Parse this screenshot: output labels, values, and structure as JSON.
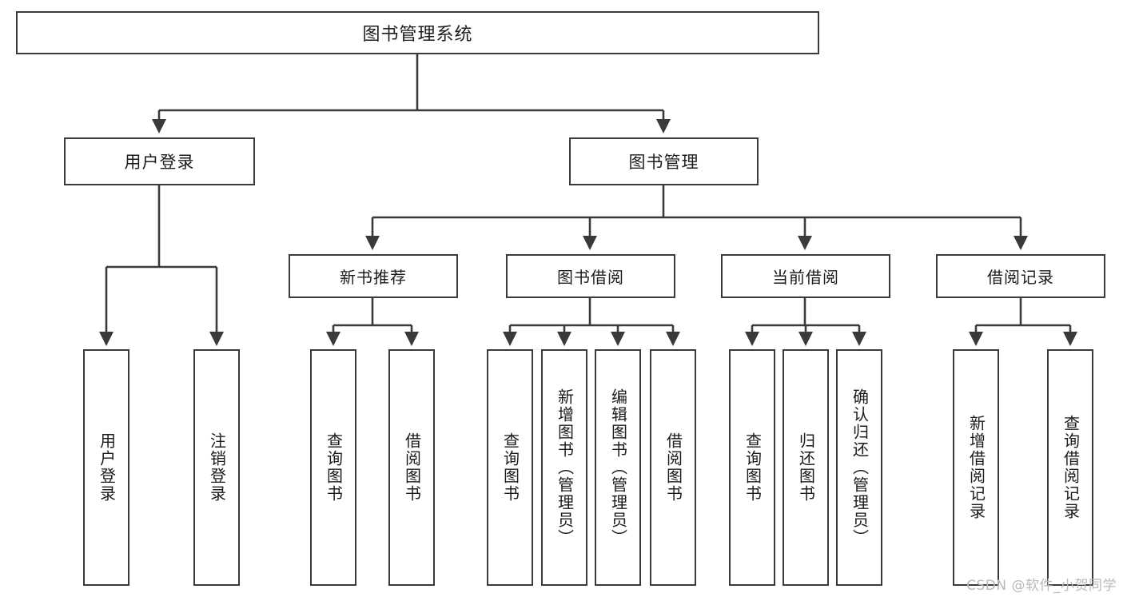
{
  "diagram": {
    "title": "图书管理系统",
    "type": "tree",
    "watermark": "CSDN @软件_小贺同学",
    "colors": {
      "box_border": "#3a3a3a",
      "box_fill": "#ffffff",
      "edge": "#3a3a3a",
      "text": "#1b1b1b",
      "watermark": "#b9b9b9",
      "background": "#ffffff"
    },
    "nodes": {
      "root": {
        "label": "图书管理系统"
      },
      "level2": [
        {
          "id": "user-login",
          "label": "用户登录"
        },
        {
          "id": "book-manage",
          "label": "图书管理"
        }
      ],
      "level3": [
        {
          "id": "new-book-recommend",
          "label": "新书推荐"
        },
        {
          "id": "book-borrow",
          "label": "图书借阅"
        },
        {
          "id": "current-borrow",
          "label": "当前借阅"
        },
        {
          "id": "borrow-record",
          "label": "借阅记录"
        }
      ],
      "leaves": {
        "user-login": [
          {
            "id": "leaf-user-login",
            "label": "用户登录"
          },
          {
            "id": "leaf-user-logout",
            "label": "注销登录"
          }
        ],
        "new-book-recommend": [
          {
            "id": "leaf-query-book-1",
            "label": "查询图书"
          },
          {
            "id": "leaf-borrow-book-1",
            "label": "借阅图书"
          }
        ],
        "book-borrow": [
          {
            "id": "leaf-query-book-2",
            "label": "查询图书"
          },
          {
            "id": "leaf-add-book",
            "label": "新增图书（管理员）"
          },
          {
            "id": "leaf-edit-book",
            "label": "编辑图书（管理员）"
          },
          {
            "id": "leaf-borrow-book-2",
            "label": "借阅图书"
          }
        ],
        "current-borrow": [
          {
            "id": "leaf-query-book-3",
            "label": "查询图书"
          },
          {
            "id": "leaf-return-book",
            "label": "归还图书"
          },
          {
            "id": "leaf-confirm-return",
            "label": "确认归还（管理员）"
          }
        ],
        "borrow-record": [
          {
            "id": "leaf-add-record",
            "label": "新增借阅记录"
          },
          {
            "id": "leaf-query-record",
            "label": "查询借阅记录"
          }
        ]
      }
    }
  }
}
